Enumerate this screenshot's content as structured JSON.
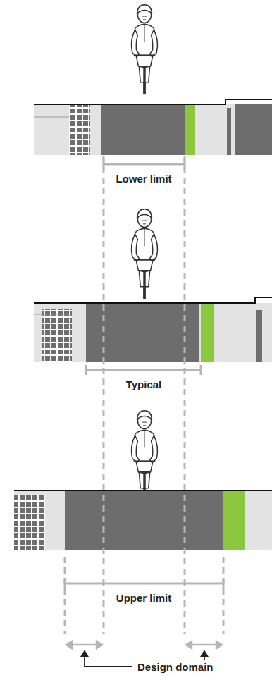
{
  "diagram": {
    "labels": [
      "Lower limit",
      "Typical",
      "Upper limit",
      "Design domain"
    ]
  }
}
